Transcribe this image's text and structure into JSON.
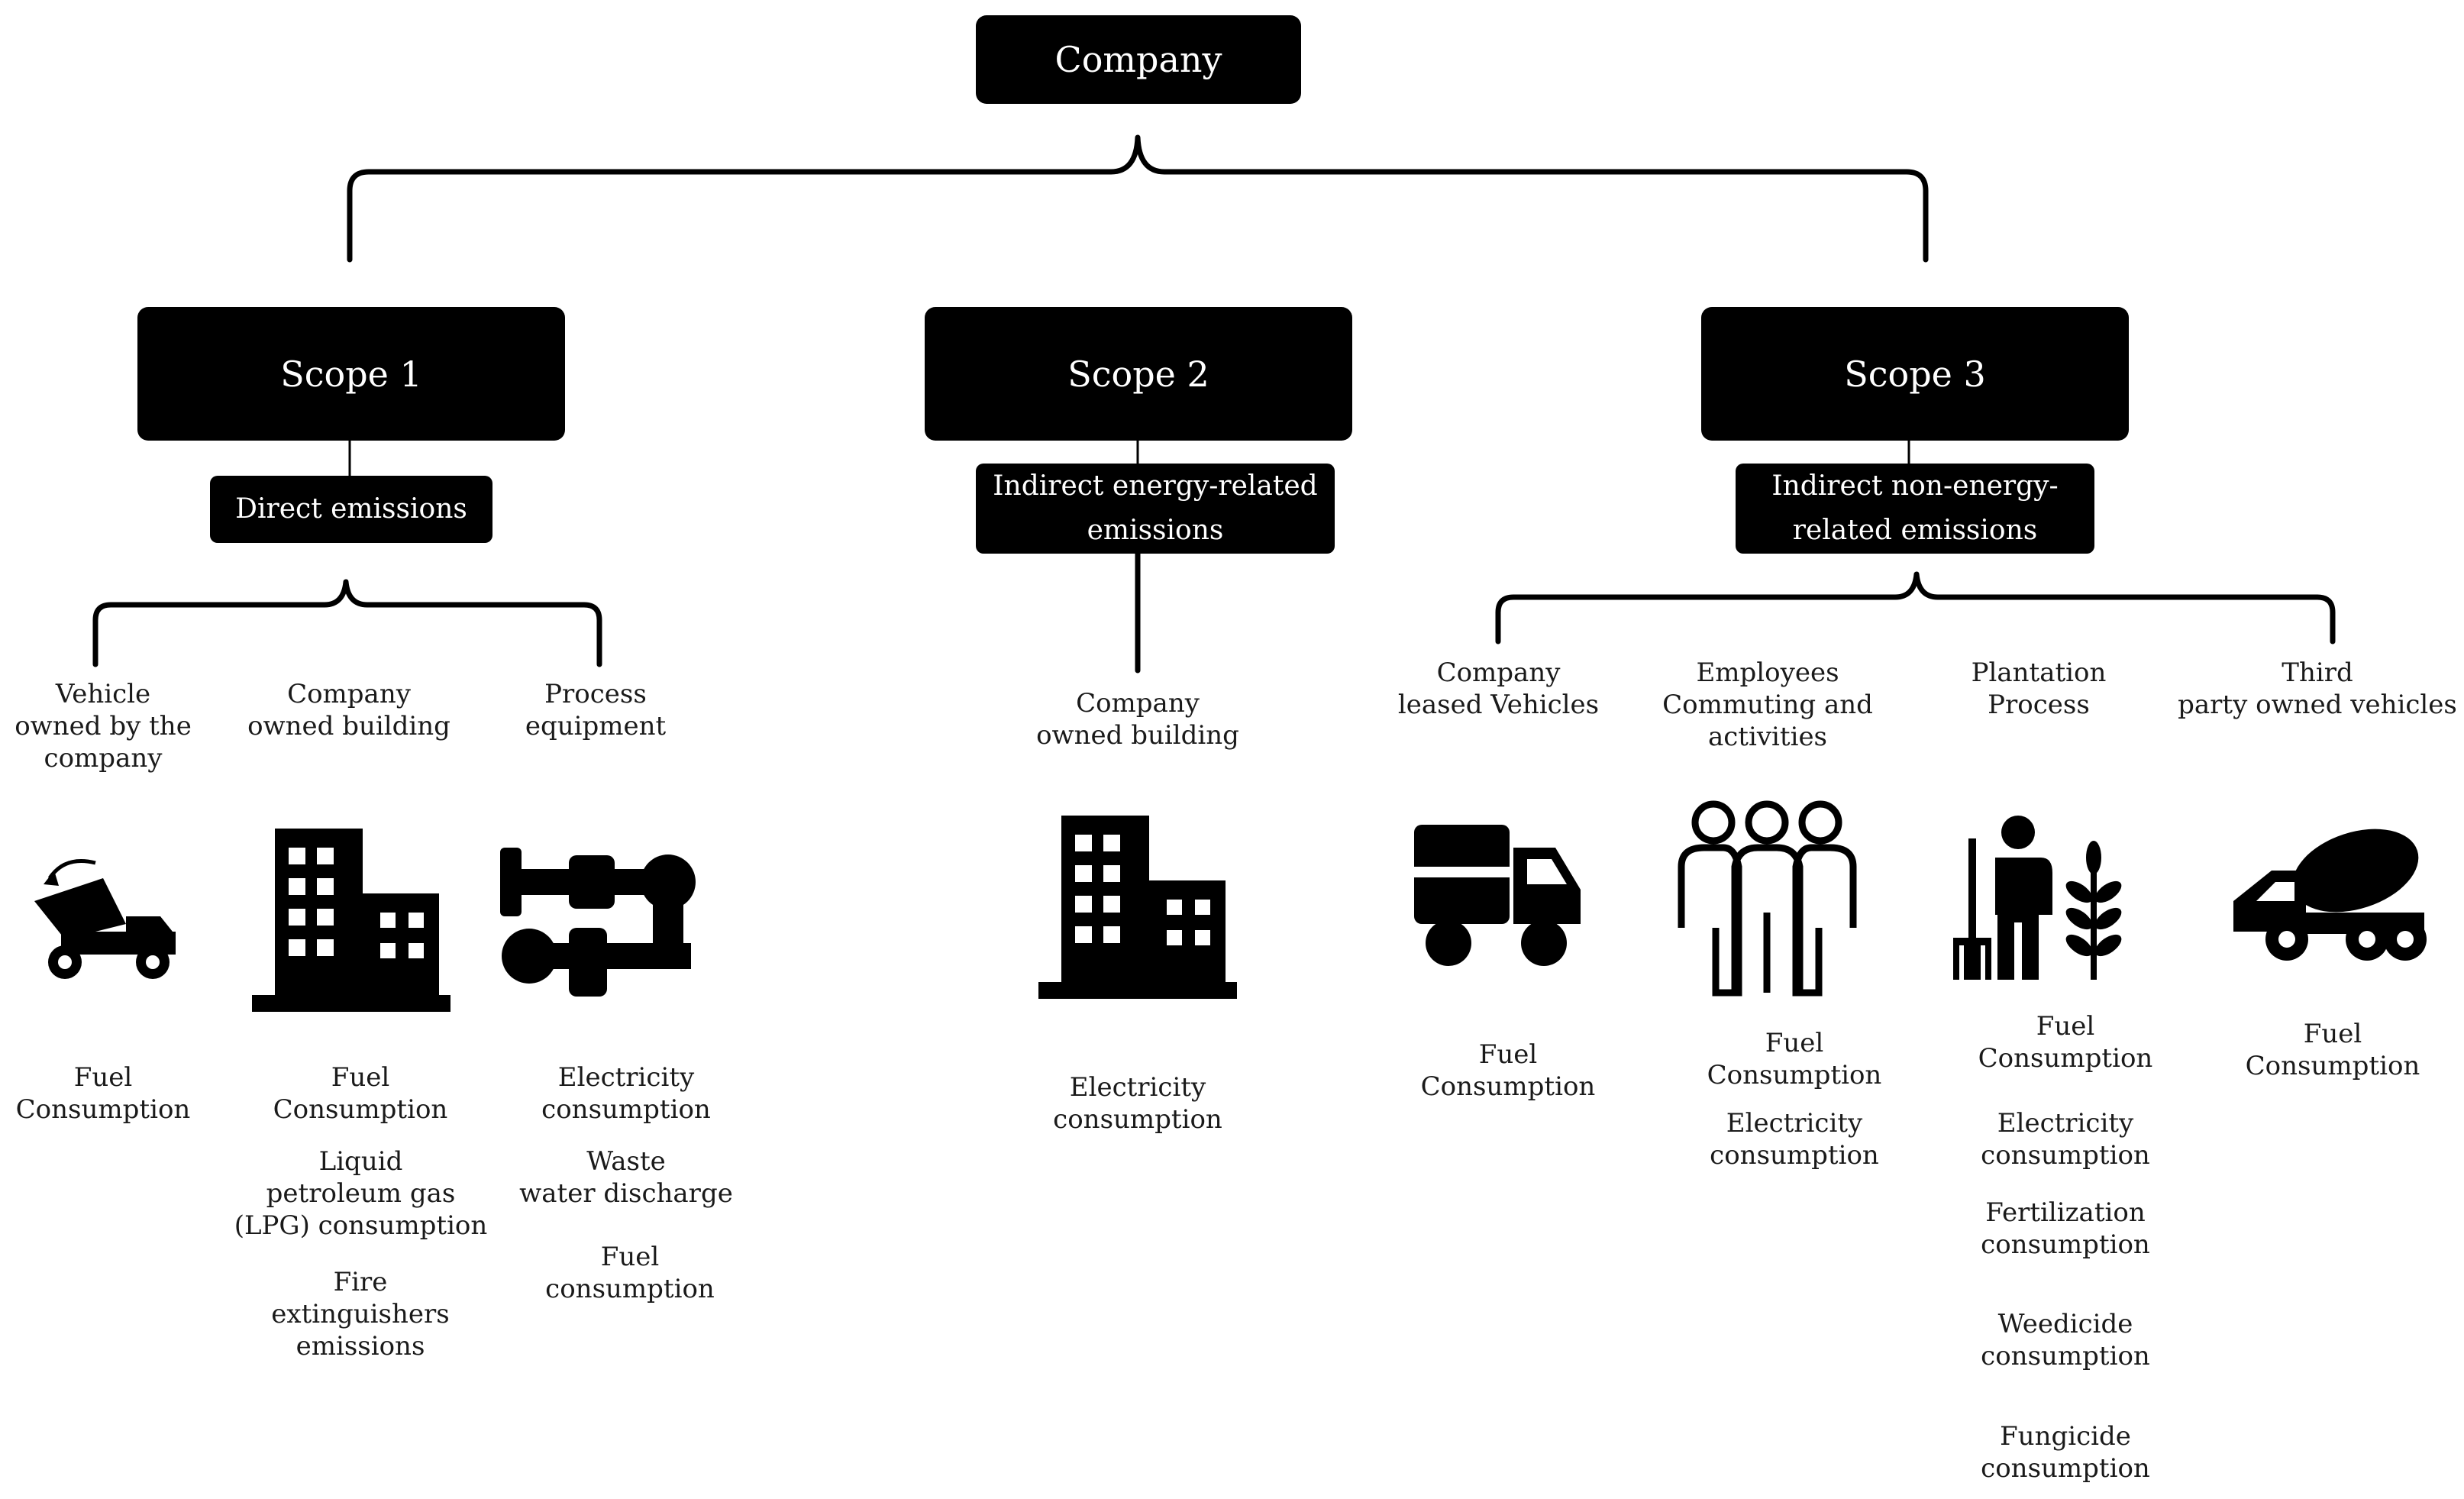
{
  "root": {
    "label": "Company"
  },
  "scopes": [
    {
      "title": "Scope 1",
      "subtitle": "Direct emissions"
    },
    {
      "title": "Scope 2",
      "subtitle": "Indirect energy-related\nemissions"
    },
    {
      "title": "Scope 3",
      "subtitle": "Indirect non-energy-\nrelated emissions"
    }
  ],
  "scope1_sources": [
    {
      "label": "Vehicle\nowned by the\ncompany",
      "icon": "dump-truck-icon",
      "items": [
        "Fuel\nConsumption"
      ]
    },
    {
      "label": "Company\nowned building",
      "icon": "building-icon",
      "items": [
        "Fuel\nConsumption",
        "Liquid\npetroleum gas\n(LPG) consumption",
        "Fire\nextinguishers\nemissions"
      ]
    },
    {
      "label": "Process\nequipment",
      "icon": "pipes-icon",
      "items": [
        "Electricity\nconsumption",
        "Waste\nwater discharge",
        "Fuel\nconsumption"
      ]
    }
  ],
  "scope2_sources": [
    {
      "label": "Company\nowned building",
      "icon": "building-icon",
      "items": [
        "Electricity\nconsumption"
      ]
    }
  ],
  "scope3_sources": [
    {
      "label": "Company\nleased Vehicles",
      "icon": "truck-icon",
      "items": [
        "Fuel\nConsumption"
      ]
    },
    {
      "label": "Employees\nCommuting and\nactivities",
      "icon": "employees-icon",
      "items": [
        "Fuel\nConsumption",
        "Electricity\nconsumption"
      ]
    },
    {
      "label": "Plantation\nProcess",
      "icon": "farmer-icon",
      "items": [
        "Fuel\nConsumption",
        "Electricity\nconsumption",
        "Fertilization\nconsumption",
        "Weedicide\nconsumption",
        "Fungicide\nconsumption"
      ]
    },
    {
      "label": "Third\nparty owned vehicles",
      "icon": "mixer-truck-icon",
      "items": [
        "Fuel\nConsumption"
      ]
    }
  ]
}
